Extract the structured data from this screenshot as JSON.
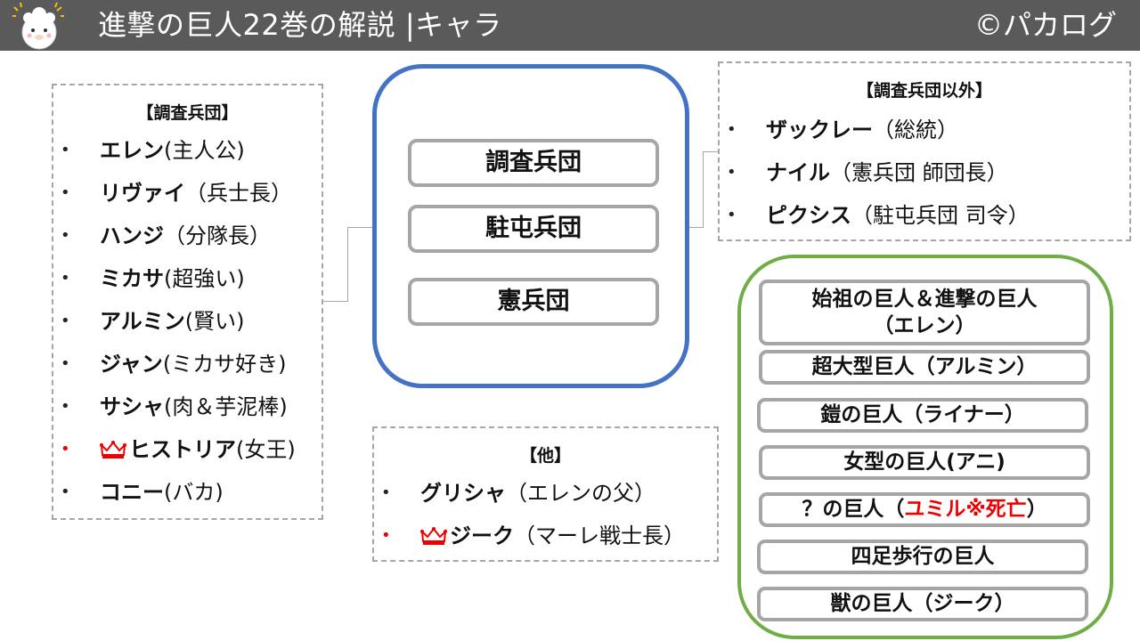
{
  "header": {
    "title": "進撃の巨人22巻の解説 |キャラ",
    "credit": "©パカログ",
    "mascot_icon": "alpaca-icon"
  },
  "colors": {
    "header_bg": "#5a5a5a",
    "blue_border": "#4472c4",
    "green_border": "#70ad47",
    "gray_border": "#a6a6a6",
    "accent_red": "#e00000"
  },
  "survey_corps": {
    "heading": "【調査兵団】",
    "members": [
      {
        "name": "エレン",
        "note": "(主人公)"
      },
      {
        "name": "リヴァイ",
        "note": "（兵士長）"
      },
      {
        "name": "ハンジ",
        "note": "（分隊長）"
      },
      {
        "name": "ミカサ",
        "note": "(超強い)"
      },
      {
        "name": "アルミン",
        "note": "(賢い)"
      },
      {
        "name": "ジャン",
        "note": "(ミカサ好き)"
      },
      {
        "name": "サシャ",
        "note": "(肉＆芋泥棒)"
      },
      {
        "name": "ヒストリア",
        "note": "(女王)",
        "crown": true
      },
      {
        "name": "コニー",
        "note": "(バカ)"
      }
    ]
  },
  "military": {
    "units": [
      "調査兵団",
      "駐屯兵団",
      "憲兵団"
    ]
  },
  "others_outside": {
    "heading": "【調査兵団以外】",
    "members": [
      {
        "name": "ザックレー",
        "note": "（総統）"
      },
      {
        "name": "ナイル",
        "note": "（憲兵団 師団長）"
      },
      {
        "name": "ピクシス",
        "note": "（駐屯兵団 司令）"
      }
    ]
  },
  "other": {
    "heading": "【他】",
    "members": [
      {
        "name": "グリシャ",
        "note": "（エレンの父）"
      },
      {
        "name": "ジーク",
        "note": "（マーレ戦士長）",
        "crown": true
      }
    ]
  },
  "titans": {
    "items": [
      {
        "line1": "始祖の巨人＆進撃の巨人",
        "line2": "（エレン）"
      },
      {
        "text": "超大型巨人（アルミン）"
      },
      {
        "text": "鎧の巨人（ライナー）"
      },
      {
        "text": "女型の巨人(アニ)"
      },
      {
        "prefix": "？の巨人（",
        "red": "ユミル※死亡",
        "suffix": "）"
      },
      {
        "text": "四足歩行の巨人"
      },
      {
        "text": "獣の巨人（ジーク）"
      }
    ]
  }
}
